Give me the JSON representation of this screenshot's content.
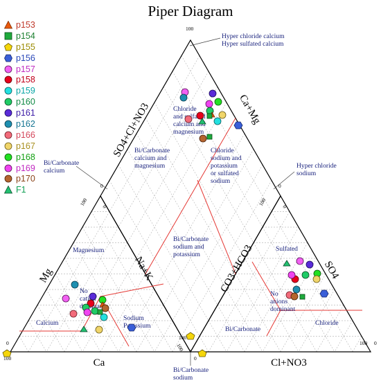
{
  "title": "Piper Diagram",
  "legend": [
    {
      "label": "p153",
      "shape": "triangle",
      "color": "#e8590c",
      "text_color": "#c0392b"
    },
    {
      "label": "p154",
      "shape": "square",
      "color": "#1faa3c",
      "text_color": "#1b7f2f"
    },
    {
      "label": "p155",
      "shape": "pentagon",
      "color": "#f5d60a",
      "text_color": "#9a8a00"
    },
    {
      "label": "p156",
      "shape": "hexagon",
      "color": "#3a5fd8",
      "text_color": "#2947b8"
    },
    {
      "label": "p157",
      "shape": "circle",
      "color": "#f261f2",
      "text_color": "#c02cc0"
    },
    {
      "label": "p158",
      "shape": "circle",
      "color": "#e8001c",
      "text_color": "#c0001a"
    },
    {
      "label": "p159",
      "shape": "circle",
      "color": "#22e0e0",
      "text_color": "#0aa6a6"
    },
    {
      "label": "p160",
      "shape": "circle",
      "color": "#1fcc66",
      "text_color": "#118a45"
    },
    {
      "label": "p161",
      "shape": "circle",
      "color": "#5a2bd8",
      "text_color": "#3b1aa6"
    },
    {
      "label": "p162",
      "shape": "circle",
      "color": "#1e8fb0",
      "text_color": "#137391"
    },
    {
      "label": "p166",
      "shape": "circle",
      "color": "#f26b7a",
      "text_color": "#d4465a"
    },
    {
      "label": "p167",
      "shape": "circle",
      "color": "#f0d56a",
      "text_color": "#a89020"
    },
    {
      "label": "p168",
      "shape": "circle",
      "color": "#22e022",
      "text_color": "#13a013"
    },
    {
      "label": "p169",
      "shape": "circle",
      "color": "#f044f0",
      "text_color": "#c028c0"
    },
    {
      "label": "p170",
      "shape": "circle",
      "color": "#b5652f",
      "text_color": "#8a4418"
    },
    {
      "label": "F1",
      "shape": "triangle",
      "color": "#22c070",
      "text_color": "#12a055"
    }
  ],
  "axes": {
    "cation_left": "Mg",
    "cation_bottom": "Ca",
    "cation_right": "Na+K",
    "anion_left": "CO3+HCO3",
    "anion_bottom": "Cl+NO3",
    "anion_right": "SO4",
    "diamond_left": "SO4+Cl+NO3",
    "diamond_right": "Ca+Mg"
  },
  "ticks": {
    "zero": "0",
    "hundred": "100"
  },
  "regions": {
    "diamond_top": [
      "Hyper chloride calcium",
      "Hyper sulfated calcium"
    ],
    "diamond_chloride": [
      "Chloride",
      "and sulfated",
      "calcium and",
      "magnesium"
    ],
    "diamond_bicarb_ca_mg": [
      "Bi/Carbonate",
      "calcium and",
      "magnesium"
    ],
    "diamond_chloride_na": [
      "Chloride",
      "sodium and",
      "potassium",
      "or sulfated",
      "sodium"
    ],
    "diamond_bicarb_na": [
      "Bi/Carbonate",
      "sodium and",
      "potassium"
    ],
    "left_outside": [
      "Bi/Carbonate",
      "calcium"
    ],
    "right_outside": [
      "Hyper chloride",
      "sodium"
    ],
    "bottom_outside": [
      "Bi/Carbonate",
      "sodium"
    ],
    "cation_magnesium": "Magnesium",
    "cation_no_dominant": [
      "No",
      "cation",
      "dominant"
    ],
    "cation_calcium": "Calcium",
    "cation_sodium": [
      "Sodium",
      "Potassium"
    ],
    "anion_sulfated": "Sulfated",
    "anion_no_dominant": [
      "No",
      "anions",
      "dominant"
    ],
    "anion_bicarb": "Bi/Carbonate",
    "anion_chloride": "Chloride"
  }
}
